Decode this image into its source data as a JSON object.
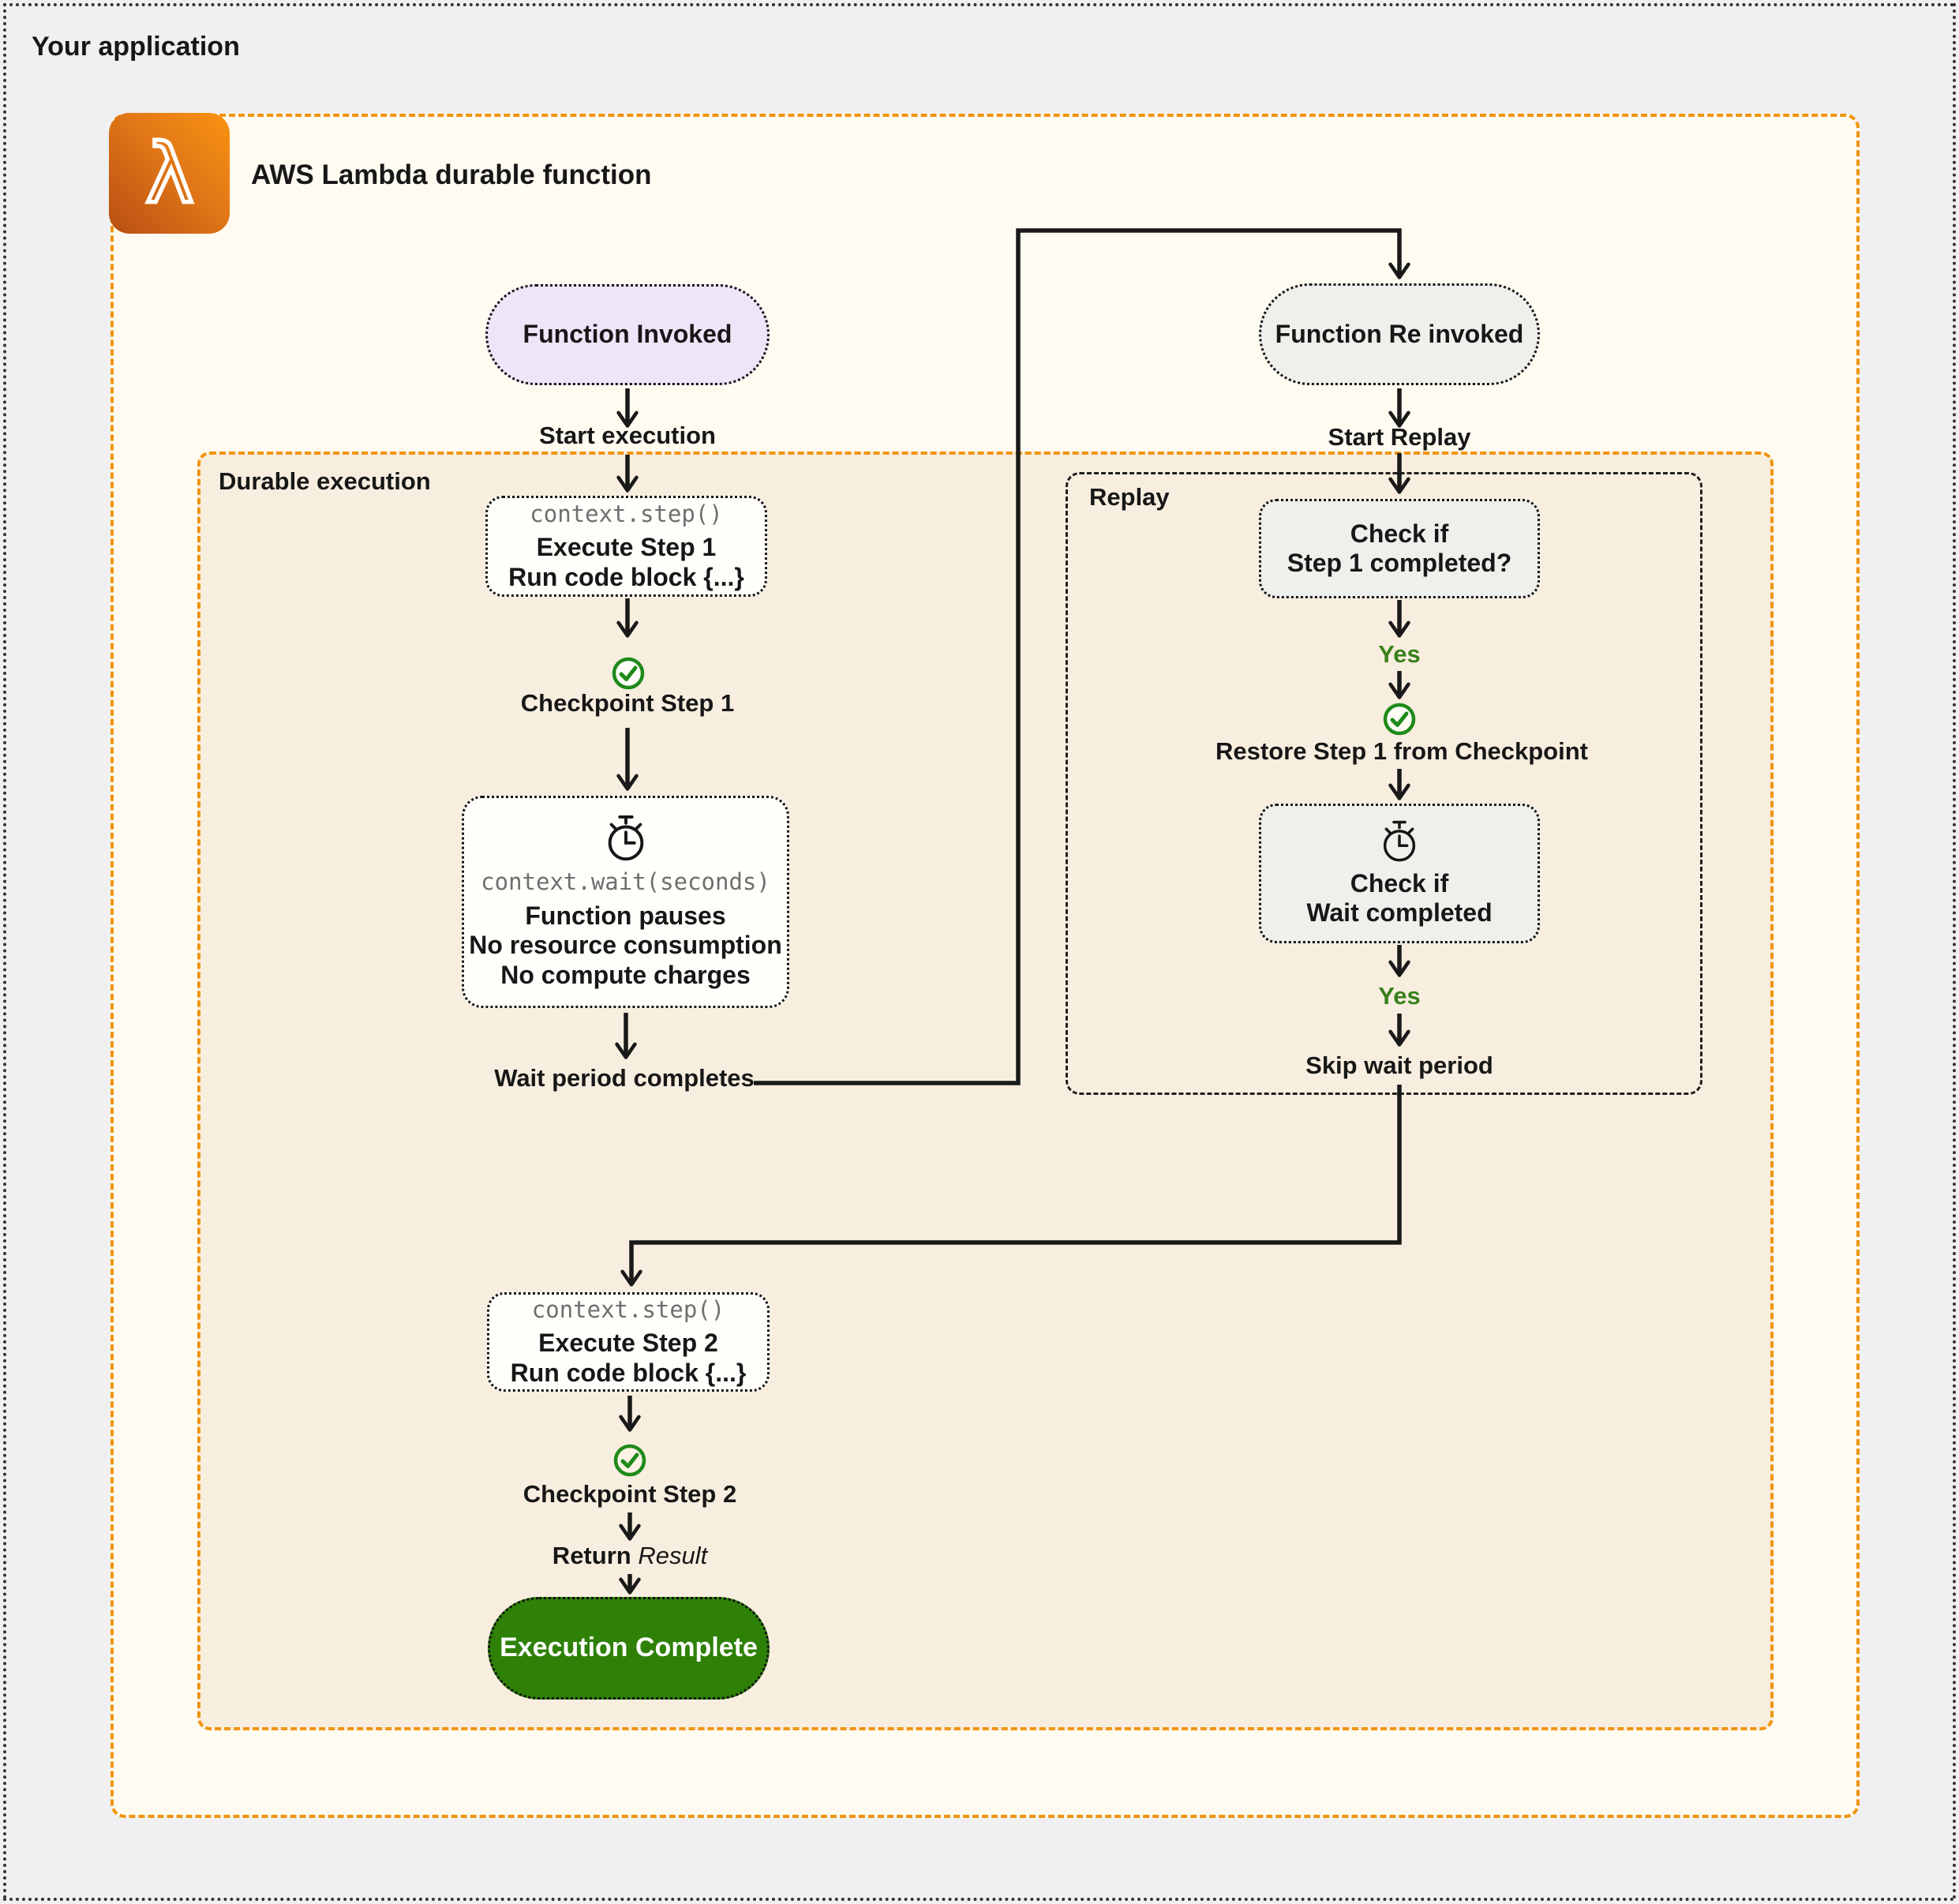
{
  "app": {
    "label": "Your application"
  },
  "lambda": {
    "title": "AWS Lambda durable function",
    "icon": "aws-lambda-icon"
  },
  "durable": {
    "label": "Durable execution"
  },
  "replay": {
    "label": "Replay"
  },
  "flow": {
    "function_invoked": "Function Invoked",
    "start_execution": "Start execution",
    "step1_code": "context.step()",
    "step1_line1": "Execute Step 1",
    "step1_line2": "Run code block {...}",
    "checkpoint1": "Checkpoint Step 1",
    "wait_code": "context.wait(seconds)",
    "wait_line1": "Function pauses",
    "wait_line2": "No resource consumption",
    "wait_line3": "No compute charges",
    "wait_completes": "Wait period completes",
    "function_reinvoked": "Function Re invoked",
    "start_replay": "Start Replay",
    "check_step1_line1": "Check if",
    "check_step1_line2": "Step 1 completed?",
    "yes1": "Yes",
    "restore": "Restore Step 1 from Checkpoint",
    "check_wait_line1": "Check if",
    "check_wait_line2": "Wait completed",
    "yes2": "Yes",
    "skip_wait": "Skip wait period",
    "step2_code": "context.step()",
    "step2_line1": "Execute Step 2",
    "step2_line2": "Run code block {...}",
    "checkpoint2": "Checkpoint Step 2",
    "return_prefix": "Return",
    "return_value": "Result",
    "execution_complete": "Execution Complete"
  },
  "icons": {
    "lambda_glyph": "λ",
    "checkmark": "check-circle",
    "stopwatch": "stopwatch"
  },
  "colors": {
    "accent_orange": "#F0940C",
    "success_green": "#2E8007",
    "icon_green": "#1E8A1A",
    "yes_green": "#38811B",
    "invoked_purple": "#EFE5F9",
    "reinvoked_gray": "#EFEFEC",
    "durable_bg": "#F8EEDF",
    "lambda_bg": "#FFFBF1",
    "page_bg": "#F0F0F2",
    "line_black": "#191919"
  }
}
